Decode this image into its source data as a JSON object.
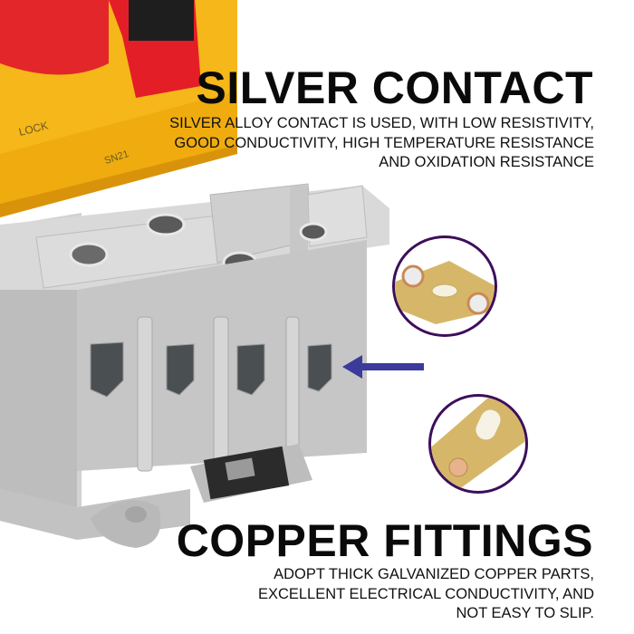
{
  "product": {
    "name": "Isolator switch (yellow/red rotary handle, grey body)",
    "handle_marking": "LOCK",
    "model_marking": "SN21",
    "colors": {
      "handle": "#e3262a",
      "cover": "#f5b719",
      "body": "#c9c9c9",
      "arrow": "#3c3a9a",
      "circle_border": "#3c0f5a",
      "copper": "#d9bb6e"
    }
  },
  "sections": {
    "silver": {
      "title": "SILVER CONTACT",
      "lines": [
        "SILVER ALLOY CONTACT IS USED, WITH LOW RESISTIVITY,",
        "GOOD CONDUCTIVITY, HIGH TEMPERATURE RESISTANCE",
        "AND OXIDATION RESISTANCE"
      ]
    },
    "copper": {
      "title": "COPPER FITTINGS",
      "lines": [
        "ADOPT THICK GALVANIZED COPPER PARTS,",
        "EXCELLENT ELECTRICAL CONDUCTIVITY, AND",
        "NOT EASY TO SLIP."
      ]
    }
  },
  "callouts": [
    {
      "name": "silver-contact-detail",
      "icon": "magnify-circle-icon"
    },
    {
      "name": "copper-fitting-detail",
      "icon": "magnify-circle-icon"
    }
  ],
  "pointer": {
    "icon": "arrow-left-icon"
  }
}
